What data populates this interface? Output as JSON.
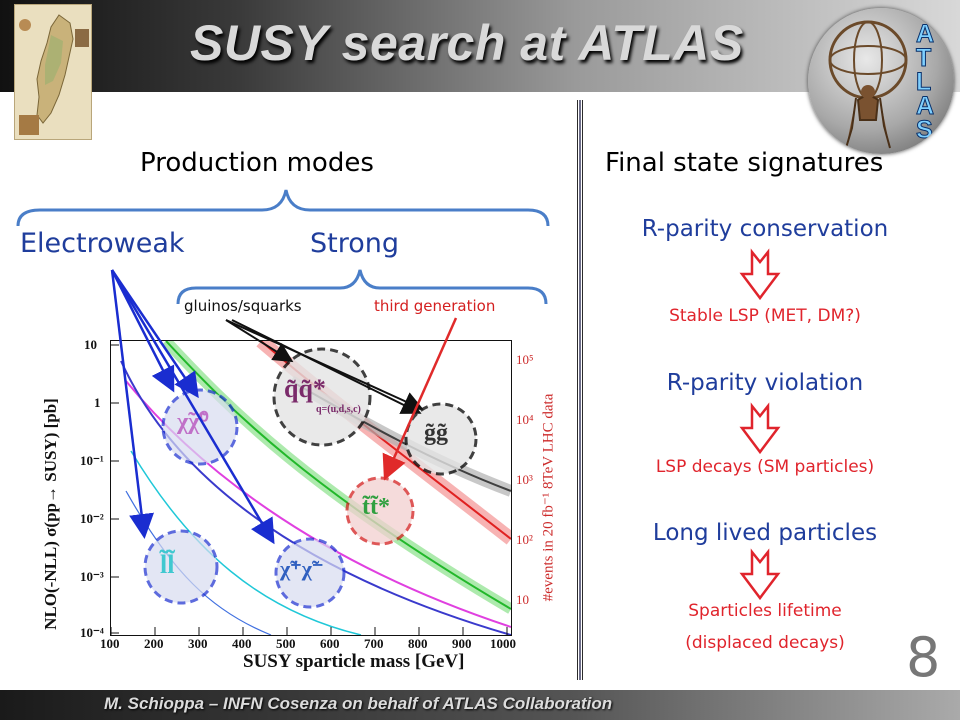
{
  "title": "SUSY search at ATLAS",
  "logo_letters": [
    "A",
    "T",
    "L",
    "A",
    "S"
  ],
  "page_number": "8",
  "footer": "M. Schioppa – INFN Cosenza on behalf of ATLAS Collaboration",
  "left": {
    "heading": "Production modes",
    "electroweak": "Electroweak",
    "strong": "Strong",
    "gluinos_squarks": "gluinos/squarks",
    "third_generation": "third generation",
    "plot": {
      "ylabel": "NLO(-NLL) σ(pp→ SUSY) [pb]",
      "xlabel": "SUSY sparticle mass [GeV]",
      "right_label": "#events in 20 fb⁻¹ 8TeV LHC data",
      "x_ticks": [
        "100",
        "200",
        "300",
        "400",
        "500",
        "600",
        "700",
        "800",
        "900",
        "1000"
      ],
      "y_ticks": [
        "10",
        "1",
        "10⁻¹",
        "10⁻²",
        "10⁻³",
        "10⁻⁴"
      ],
      "right_ticks": [
        "10⁵",
        "10⁴",
        "10³",
        "10²",
        "10"
      ],
      "circle_labels": {
        "chi_chi": "χ̃χ̃⁰",
        "squark": "q̃q̃*",
        "squark_sub": "q=(u,d,s,c)",
        "gluino": "g̃g̃",
        "stop": "t̃t̃*",
        "slepton": "l̃l̃",
        "chargino": "χ̃⁺χ̃⁻"
      }
    }
  },
  "right": {
    "heading": "Final state signatures",
    "items": [
      {
        "title": "R-parity conservation",
        "result": "Stable LSP (MET, DM?)"
      },
      {
        "title": "R-parity violation",
        "result": "LSP decays (SM particles)"
      },
      {
        "title": "Long lived particles",
        "result_line1": "Sparticles lifetime",
        "result_line2": "(displaced decays)"
      }
    ]
  },
  "colors": {
    "blue_text": "#1f3d9c",
    "red_text": "#e0242c",
    "arrow_blue": "#1a2dd0",
    "arrow_red": "#e02a2a"
  }
}
